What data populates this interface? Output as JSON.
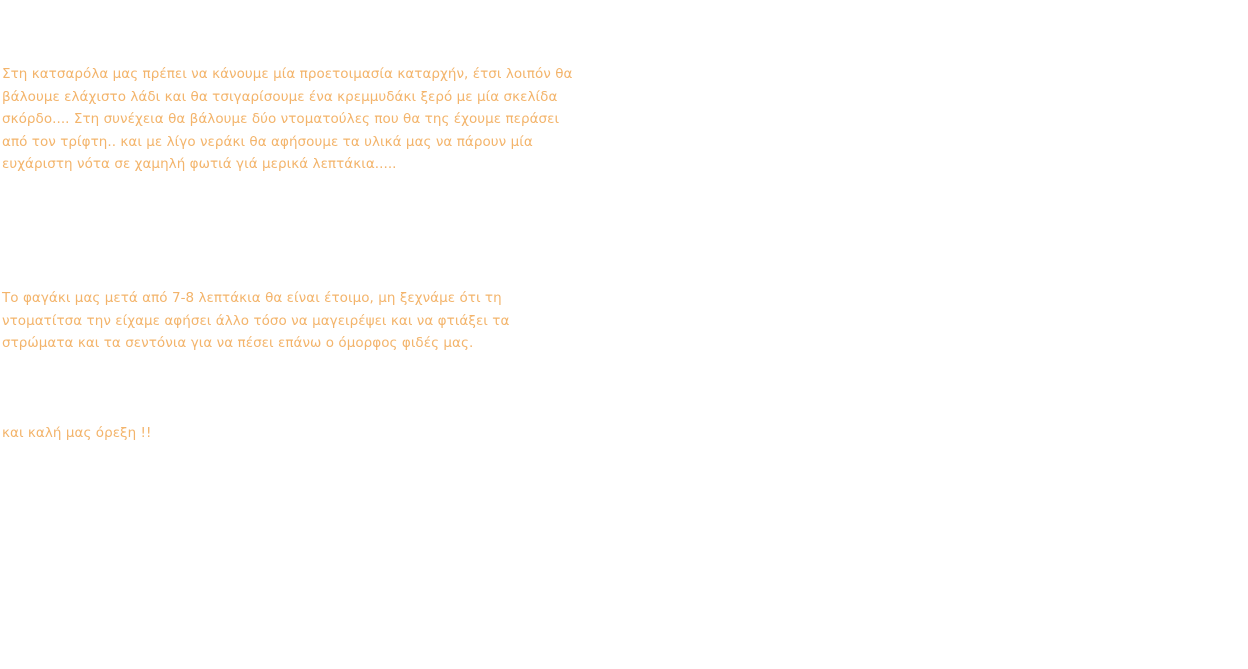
{
  "document": {
    "paragraphs": [
      "Στη κατσαρόλα μας πρέπει να κάνουμε μία προετοιμασία καταρχήν, έτσι λοιπόν θα βάλουμε ελάχιστο λάδι και θα τσιγαρίσουμε ένα κρεμμυδάκι ξερό με μία σκελίδα σκόρδο.... Στη συνέχεια θα βάλουμε δύο ντοματούλες που θα της έχουμε περάσει από τον τρίφτη.. και με λίγο νεράκι θα αφήσουμε τα υλικά μας να πάρουν μία ευχάριστη νότα σε χαμηλή φωτιά γιά μερικά λεπτάκια.....",
      "Το φαγάκι μας μετά από 7-8 λεπτάκια θα είναι έτοιμο, μη ξεχνάμε ότι τη ντοματίτσα την είχαμε αφήσει άλλο τόσο να μαγειρέψει και να φτιάξει τα στρώματα και τα σεντόνια για να πέσει επάνω ο όμορφος φιδές μας.",
      "και καλή μας όρεξη !!"
    ]
  },
  "colors": {
    "text": "#f3b46b",
    "background": "#ffffff"
  }
}
